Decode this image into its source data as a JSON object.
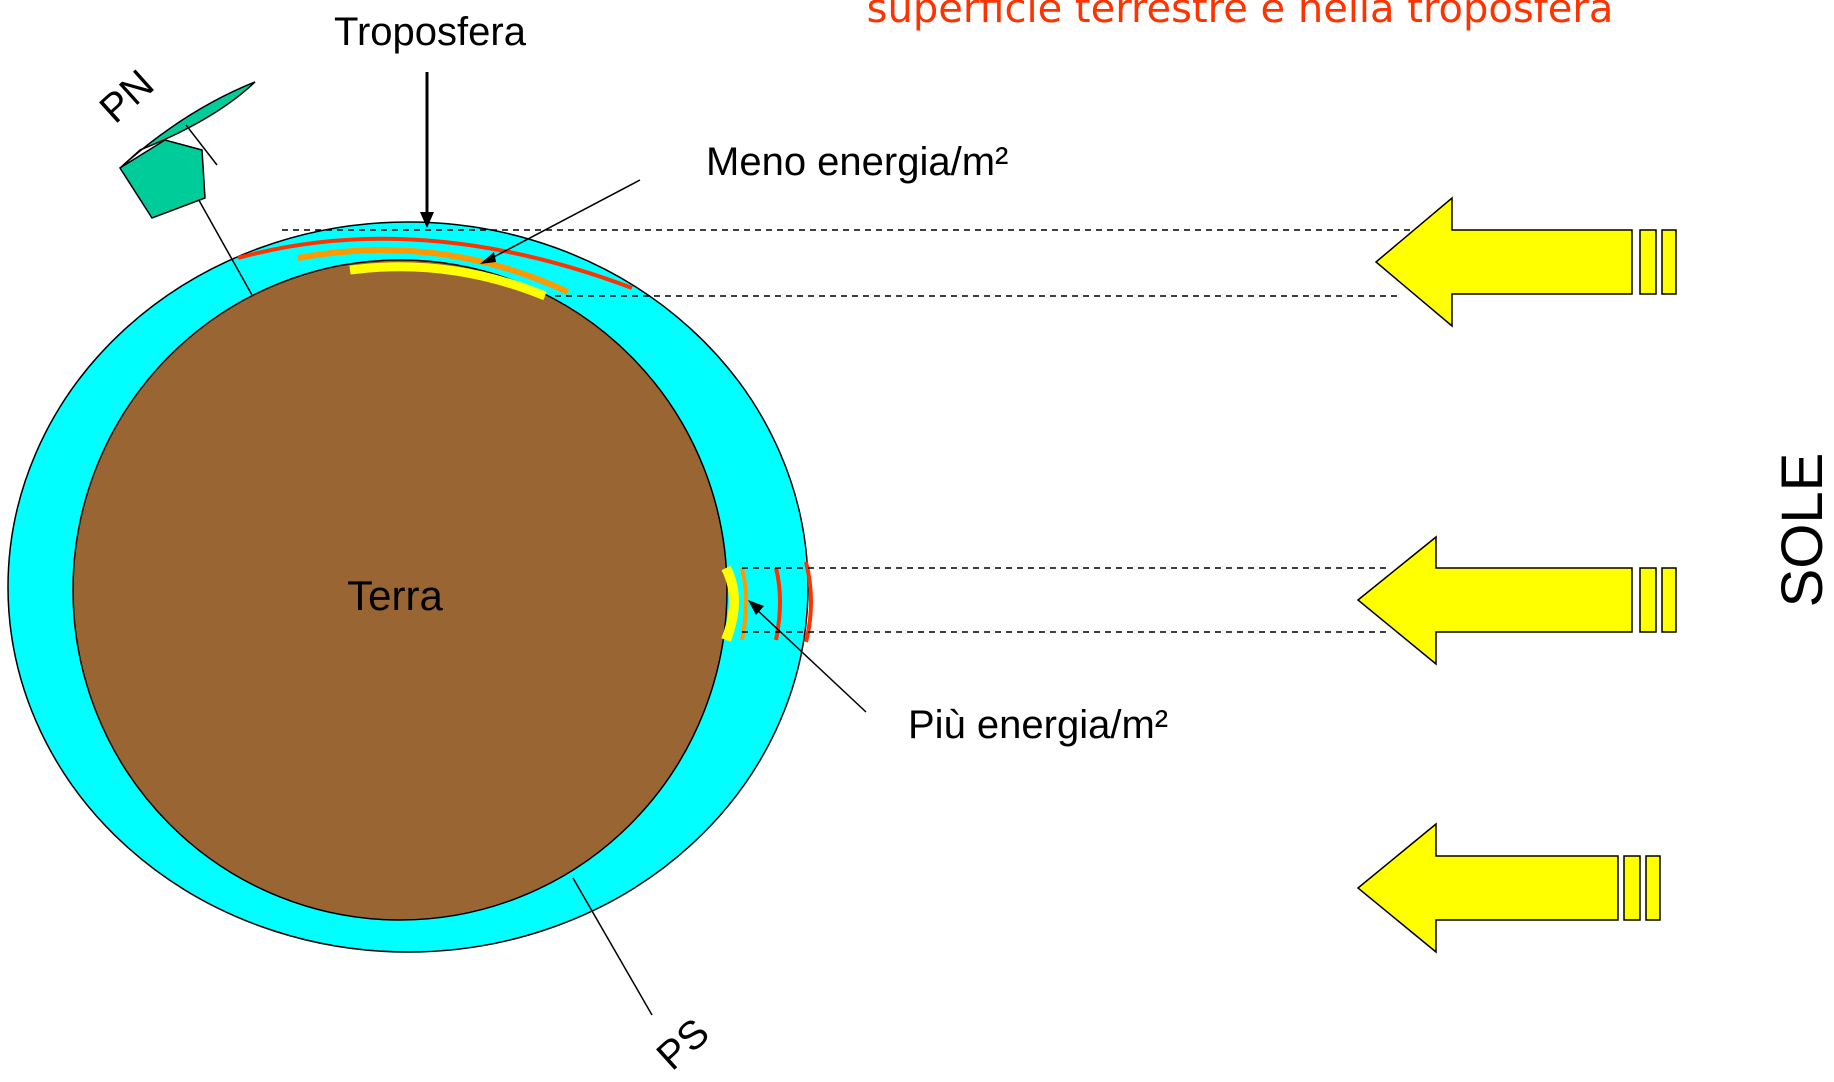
{
  "header_text": "superficie terrestre e nella troposfera",
  "labels": {
    "troposfera": "Troposfera",
    "pn": "PN",
    "ps": "PS",
    "terra": "Terra",
    "meno_energia": "Meno energia/m²",
    "piu_energia": "Più energia/m²",
    "sole": "SOLE"
  },
  "colors": {
    "atmosphere": "#00FFFF",
    "earth": "#996633",
    "sun_arrow": "#FFFF00",
    "red_band": "#FF3300",
    "orange_band": "#FF9900",
    "yellow_band": "#FFFF00",
    "axis_pointer": "#00CC99",
    "header_text": "#FF3300"
  },
  "icons": [
    "sun-arrow-icon",
    "north-pole-pointer-icon"
  ]
}
